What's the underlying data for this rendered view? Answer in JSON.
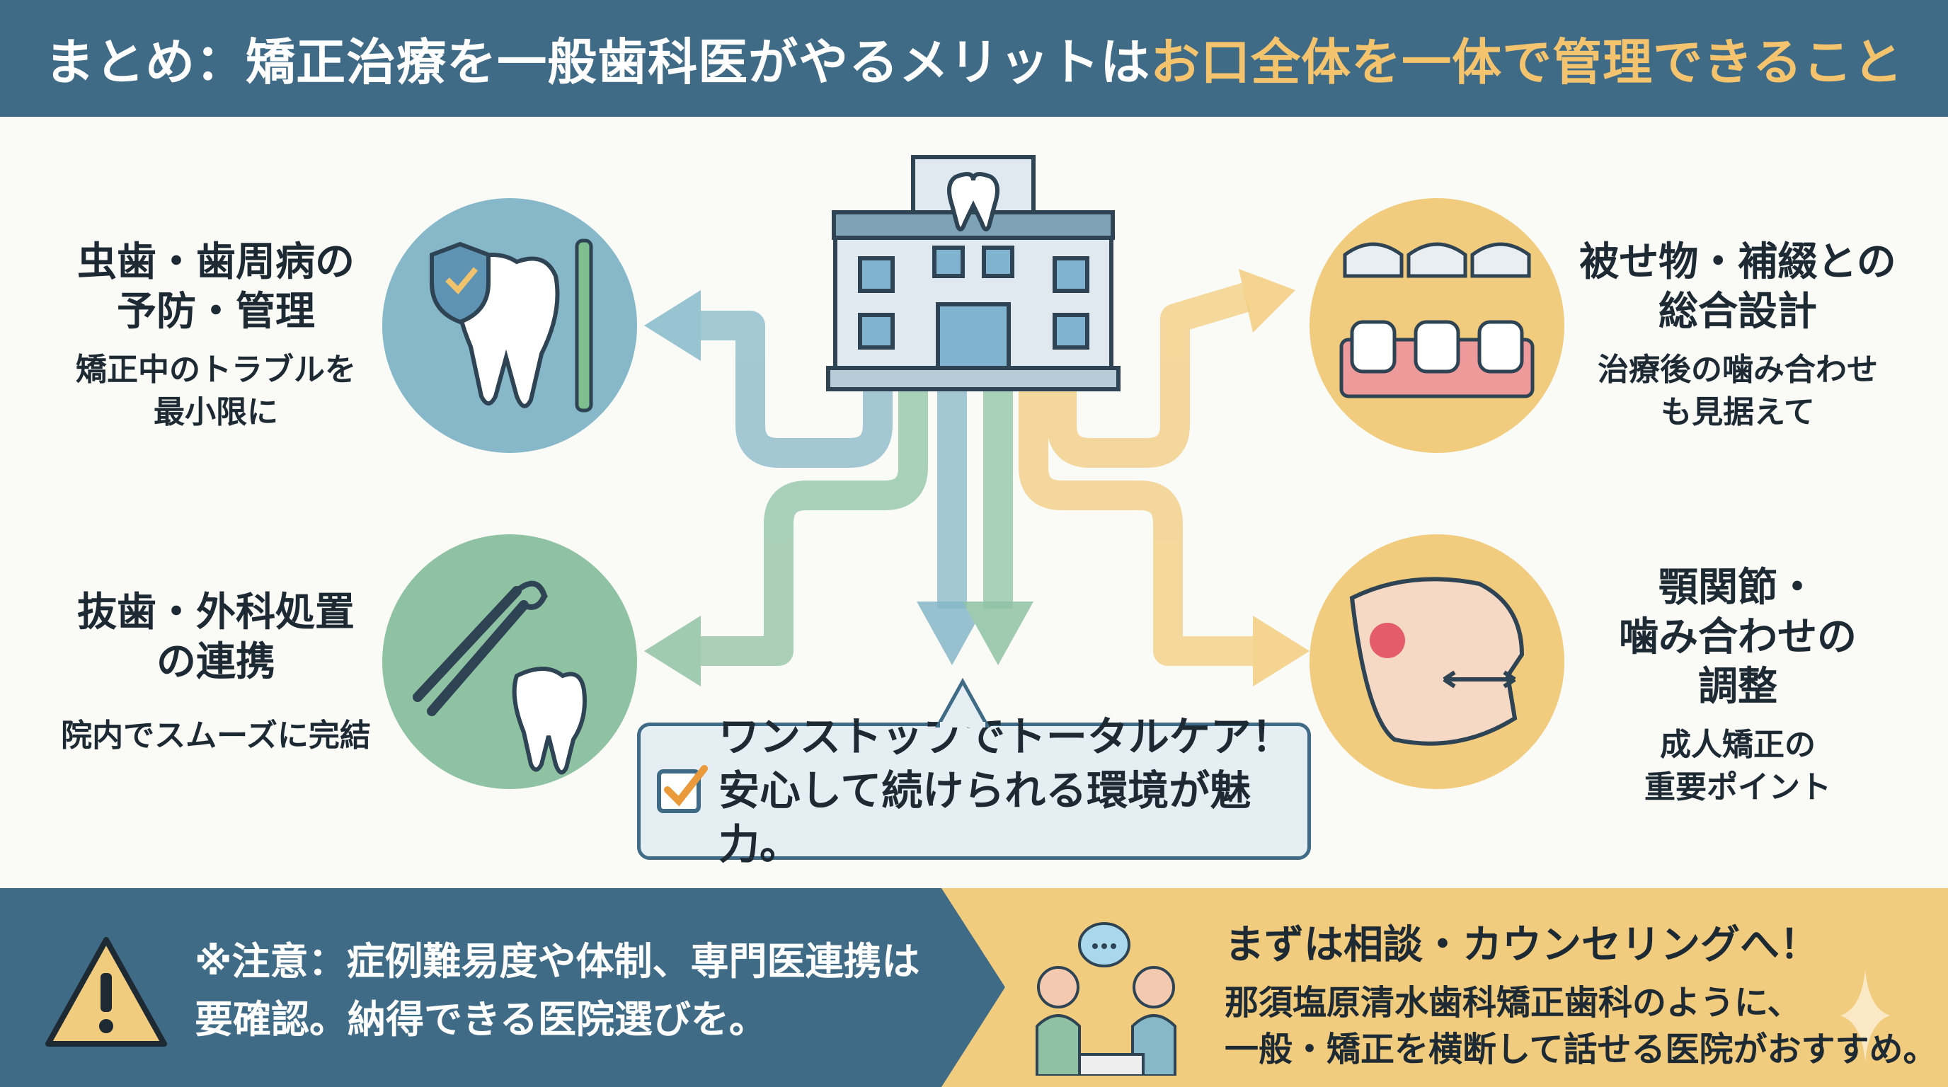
{
  "header": {
    "title_part1": "まとめ：矯正治療を一般歯科医がやるメリットは",
    "title_part2": "お口全体を一体で管理できること"
  },
  "colors": {
    "header": "#3f6b87",
    "accent": "#f3c36d",
    "blue": "#86b8c9",
    "green": "#8fc2a3",
    "yellow": "#f2cc7e"
  },
  "center": {
    "icon": "dental-clinic-building-icon"
  },
  "benefits": [
    {
      "title_line1": "虫歯・歯周病の",
      "title_line2": "予防・管理",
      "sub_line1": "矯正中のトラブルを",
      "sub_line2": "最小限に",
      "icon": "shield-tooth-toothbrush-icon"
    },
    {
      "title_line1": "抜歯・外科処置",
      "title_line2": "の連携",
      "sub_line1": "院内でスムーズに完結",
      "icon": "forceps-tooth-icon"
    },
    {
      "title_line1": "被せ物・補綴との",
      "title_line2": "総合設計",
      "sub_line1": "治療後の噛み合わせ",
      "sub_line2": "も見据えて",
      "icon": "crowns-icon"
    },
    {
      "title_line1": "顎関節・",
      "title_line2": "噛み合わせの",
      "title_line3": "調整",
      "sub_line1": "成人矯正の",
      "sub_line2": "重要ポイント",
      "icon": "jaw-joint-icon"
    }
  ],
  "callout": {
    "line1": "ワンストップでトータルケア！",
    "line2": "安心して続けられる環境が魅力。",
    "icon": "checkbox-icon"
  },
  "footer": {
    "warning_line1": "※注意：症例難易度や体制、専門医連携は",
    "warning_line2": "要確認。納得できる医院選びを。",
    "cta_title": "まずは相談・カウンセリングへ！",
    "cta_line1": "那須塩原清水歯科矯正歯科のように、",
    "cta_line2": "一般・矯正を横断して話せる医院がおすすめ。"
  }
}
